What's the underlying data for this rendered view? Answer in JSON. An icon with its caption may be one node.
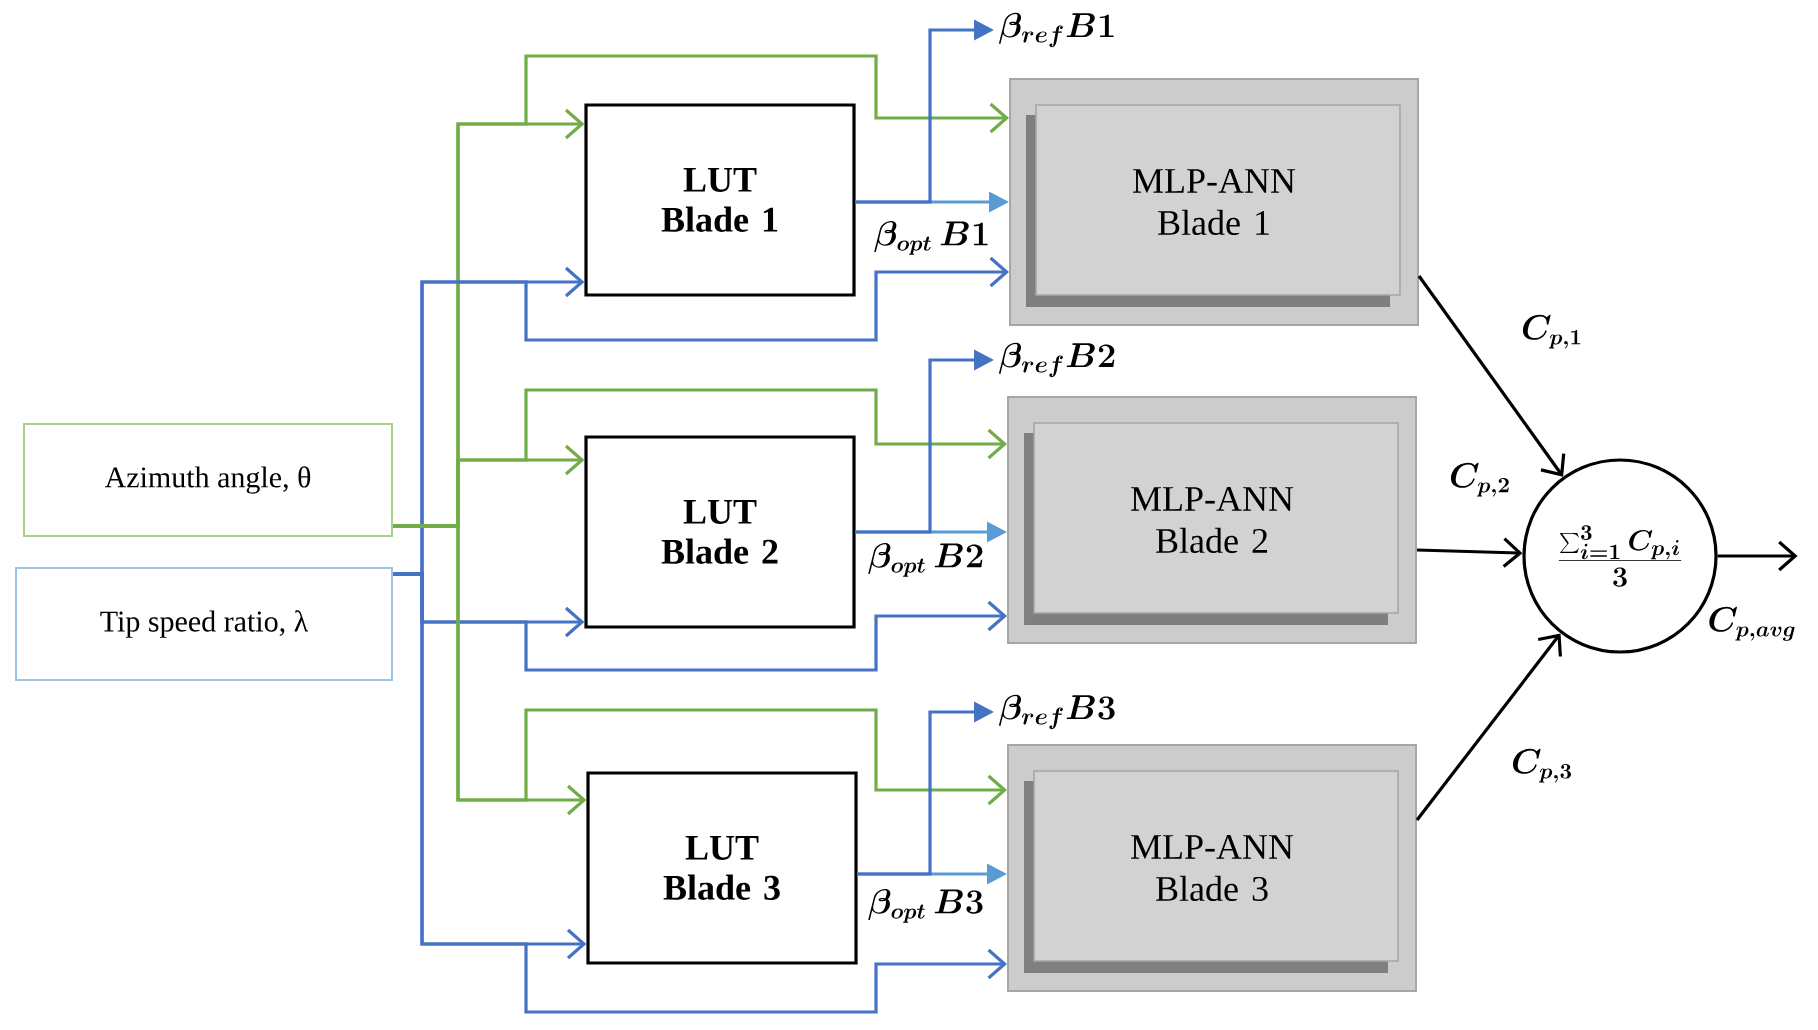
{
  "diagram": {
    "nodes": [
      {
        "text": [
          "Azimuth angle, θ"
        ]
      },
      {
        "text": [
          "Tip speed ratio, λ"
        ]
      },
      {
        "text": [
          "LUT Blade 1"
        ]
      },
      {
        "text": [
          "LUT Blade 2"
        ]
      },
      {
        "text": [
          "LUT Blade 3"
        ]
      },
      {
        "text": [
          "MLP-ANN Blade 1"
        ]
      },
      {
        "text": [
          "MLP-ANN Blade 2"
        ]
      },
      {
        "text": [
          "MLP-ANN Blade 3"
        ]
      },
      {
        "text": [
          "\\frac{\\sum_{i=1}^{3}C_{p,i}}{3}"
        ]
      },
      {
        "text": [
          "\\beta_{ref}B1"
        ]
      },
      {
        "text": [
          "\\beta_{ref}B2"
        ]
      },
      {
        "text": [
          "\\beta_{ref}B3"
        ]
      }
    ],
    "edges": [
      {
        "from": 0,
        "to": 2,
        "arrow": "to",
        "color": "#70ad47"
      },
      {
        "from": 0,
        "to": 5,
        "arrow": "to",
        "color": "#70ad47"
      },
      {
        "from": 1,
        "to": 2,
        "arrow": "to"
      },
      {
        "from": 1,
        "to": 5,
        "arrow": "to"
      },
      {
        "from": 0,
        "to": 3,
        "arrow": "to",
        "color": "#70ad47"
      },
      {
        "from": 0,
        "to": 6,
        "arrow": "to",
        "color": "#70ad47"
      },
      {
        "from": 1,
        "to": 3,
        "arrow": "to"
      },
      {
        "from": 1,
        "to": 6,
        "arrow": "to"
      },
      {
        "from": 0,
        "to": 4,
        "arrow": "to",
        "color": "#70ad47"
      },
      {
        "from": 0,
        "to": 7,
        "arrow": "to",
        "color": "#70ad47"
      },
      {
        "from": 1,
        "to": 4,
        "arrow": "to"
      },
      {
        "from": 1,
        "to": 7,
        "arrow": "to"
      },
      {
        "from": 2,
        "to": 5,
        "arrow": "to",
        "color": "#5b9bd5",
        "label": "\\beta_{opt}\\,B1"
      },
      {
        "from": 2,
        "to": 9,
        "arrow": "to"
      },
      {
        "from": 3,
        "to": 6,
        "arrow": "to",
        "color": "#5b9bd5",
        "label": "\\beta_{opt}\\,B2"
      },
      {
        "from": 3,
        "to": 10,
        "arrow": "to"
      },
      {
        "from": 4,
        "to": 7,
        "arrow": "to",
        "color": "#5b9bd5",
        "label": "\\beta_{opt}\\,B3"
      },
      {
        "from": 4,
        "to": 11,
        "arrow": "to"
      },
      {
        "from": 5,
        "to": 8,
        "arrow": "to",
        "color": "#000000",
        "label": "C_{p,1}"
      },
      {
        "from": 6,
        "to": 8,
        "arrow": "to",
        "color": "#000000",
        "label": "C_{p,2}"
      },
      {
        "from": 7,
        "to": 8,
        "arrow": "to",
        "color": "#000000",
        "label": "C_{p,3}"
      },
      {
        "from": 8,
        "to": null,
        "arrow": "to",
        "color": "#000000",
        "label": "C_{p,avg}"
      }
    ]
  }
}
